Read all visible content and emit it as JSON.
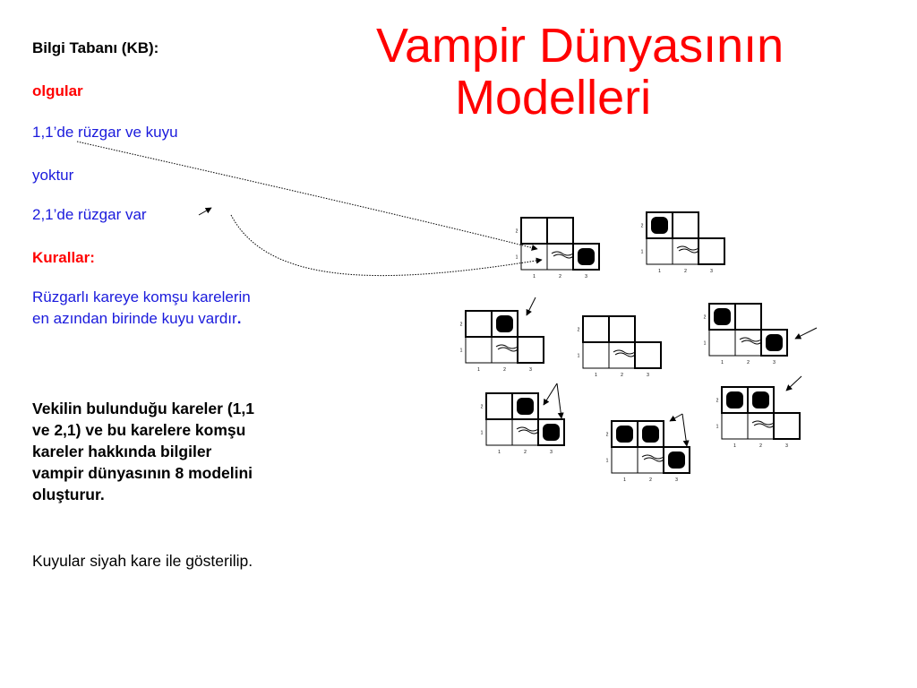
{
  "title": {
    "line1": "Vampir Dünyasının",
    "line2": "Modelleri"
  },
  "kb": {
    "heading": "Bilgi Tabanı (KB):",
    "facts_label": "olgular",
    "fact1_line1": "1,1’de rüzgar ve kuyu",
    "fact1_line2": "yoktur",
    "fact2": "2,1’de rüzgar var",
    "rules_label": "Kurallar:",
    "rule_line1": "Rüzgarlı kareye komşu karelerin",
    "rule_line2": "en azından birinde kuyu vardır",
    "rule_end": "."
  },
  "note": {
    "line1": "Vekilin bulunduğu  kareler (1,1",
    "line2": "ve 2,1) ve bu karelere komşu",
    "line3": "kareler hakkında bilgiler",
    "line4": "vampir dünyasının 8 modelini",
    "line5": "oluşturur.",
    "pits": "Kuyular siyah kare ile gösterilip."
  },
  "colors": {
    "title": "#ff0000",
    "blue_text": "#1a1adc",
    "pit": "#000000"
  },
  "models": [
    {
      "pits": [
        [
          3,
          1
        ]
      ]
    },
    {
      "pits": [
        [
          1,
          2
        ]
      ]
    },
    {
      "pits": [
        [
          2,
          2
        ]
      ]
    },
    {
      "pits": []
    },
    {
      "pits": [
        [
          1,
          2
        ],
        [
          3,
          1
        ]
      ]
    },
    {
      "pits": [
        [
          2,
          2
        ],
        [
          3,
          1
        ]
      ]
    },
    {
      "pits": [
        [
          1,
          2
        ],
        [
          2,
          2
        ],
        [
          3,
          1
        ]
      ]
    },
    {
      "pits": [
        [
          1,
          2
        ],
        [
          2,
          2
        ]
      ]
    }
  ],
  "grid_labels": {
    "x": [
      "1",
      "2",
      "3"
    ],
    "y": [
      "1",
      "2"
    ]
  },
  "breeze_icon": "breeze-icon"
}
